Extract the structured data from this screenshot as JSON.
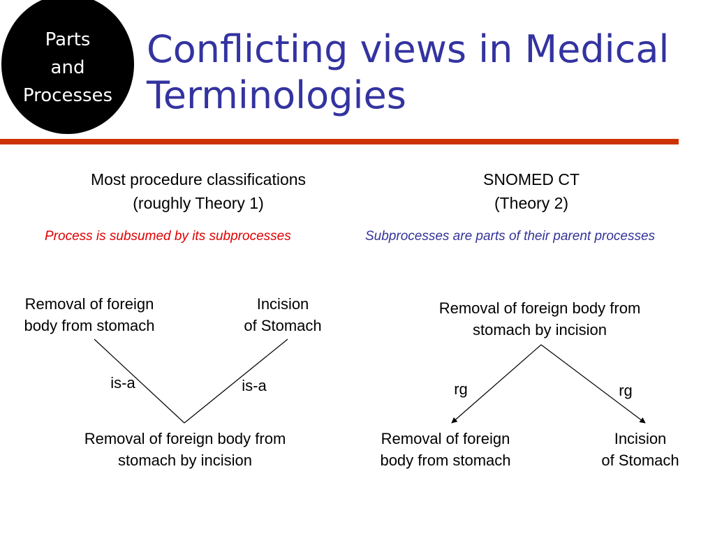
{
  "badge": {
    "line1": "Parts",
    "line2": "and",
    "line3": "Processes"
  },
  "title": {
    "line1": "Conflicting views in Medical",
    "line2": "Terminologies"
  },
  "colors": {
    "title": "#3333a0",
    "rule": "#cc3300",
    "note_left": "#e00000",
    "note_right": "#333399"
  },
  "left": {
    "heading_line1": "Most procedure classifications",
    "heading_line2": "(roughly Theory 1)",
    "note": "Process is subsumed by its subprocesses",
    "top_left": {
      "line1": "Removal of foreign",
      "line2": "body from stomach"
    },
    "top_right": {
      "line1": "Incision",
      "line2": "of Stomach"
    },
    "edge_left": "is-a",
    "edge_right": "is-a",
    "bottom": {
      "line1": "Removal of foreign body from",
      "line2": "stomach by incision"
    }
  },
  "right": {
    "heading_line1": "SNOMED CT",
    "heading_line2": "(Theory 2)",
    "note": "Subprocesses are parts of their parent processes",
    "top": {
      "line1": "Removal of foreign body from",
      "line2": "stomach by incision"
    },
    "edge_left": "rg",
    "edge_right": "rg",
    "bottom_left": {
      "line1": "Removal of foreign",
      "line2": "body from stomach"
    },
    "bottom_right": {
      "line1": "Incision",
      "line2": "of Stomach"
    }
  }
}
